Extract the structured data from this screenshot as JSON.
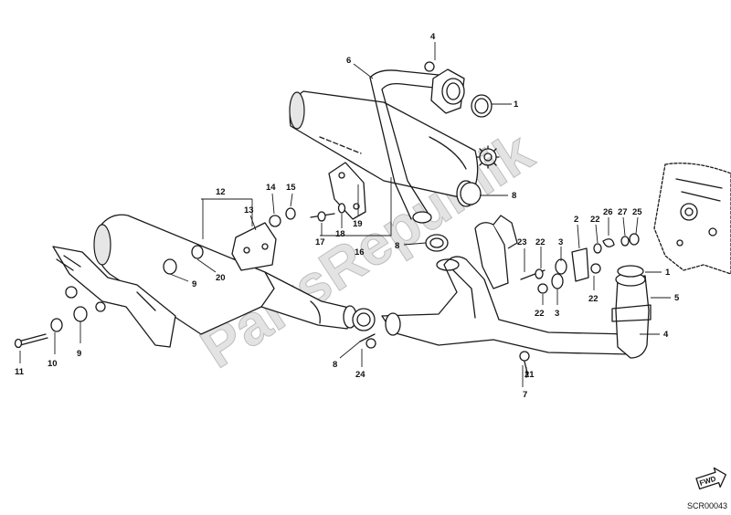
{
  "watermark": "PartsRepublik",
  "drawing_code": "SCR00043",
  "fwd_label": "FWD",
  "callouts": [
    {
      "id": "c-4-top",
      "label": "4"
    },
    {
      "id": "c-6",
      "label": "6"
    },
    {
      "id": "c-1-top",
      "label": "1"
    },
    {
      "id": "c-8-right",
      "label": "8"
    },
    {
      "id": "c-12",
      "label": "12"
    },
    {
      "id": "c-14",
      "label": "14"
    },
    {
      "id": "c-15",
      "label": "15"
    },
    {
      "id": "c-13",
      "label": "13"
    },
    {
      "id": "c-19",
      "label": "19"
    },
    {
      "id": "c-18",
      "label": "18"
    },
    {
      "id": "c-17",
      "label": "17"
    },
    {
      "id": "c-16",
      "label": "16"
    },
    {
      "id": "c-8-mid",
      "label": "8"
    },
    {
      "id": "c-20",
      "label": "20"
    },
    {
      "id": "c-9-mid",
      "label": "9"
    },
    {
      "id": "c-9-left",
      "label": "9"
    },
    {
      "id": "c-10",
      "label": "10"
    },
    {
      "id": "c-11",
      "label": "11"
    },
    {
      "id": "c-8-low",
      "label": "8"
    },
    {
      "id": "c-24",
      "label": "24"
    },
    {
      "id": "c-23",
      "label": "23"
    },
    {
      "id": "c-22-a",
      "label": "22"
    },
    {
      "id": "c-3-a",
      "label": "3"
    },
    {
      "id": "c-2",
      "label": "2"
    },
    {
      "id": "c-22-b",
      "label": "22"
    },
    {
      "id": "c-26",
      "label": "26"
    },
    {
      "id": "c-27",
      "label": "27"
    },
    {
      "id": "c-25",
      "label": "25"
    },
    {
      "id": "c-1-right",
      "label": "1"
    },
    {
      "id": "c-5",
      "label": "5"
    },
    {
      "id": "c-22-c",
      "label": "22"
    },
    {
      "id": "c-22-d",
      "label": "22"
    },
    {
      "id": "c-3-b",
      "label": "3"
    },
    {
      "id": "c-4-right",
      "label": "4"
    },
    {
      "id": "c-21",
      "label": "21"
    },
    {
      "id": "c-7",
      "label": "7"
    }
  ]
}
